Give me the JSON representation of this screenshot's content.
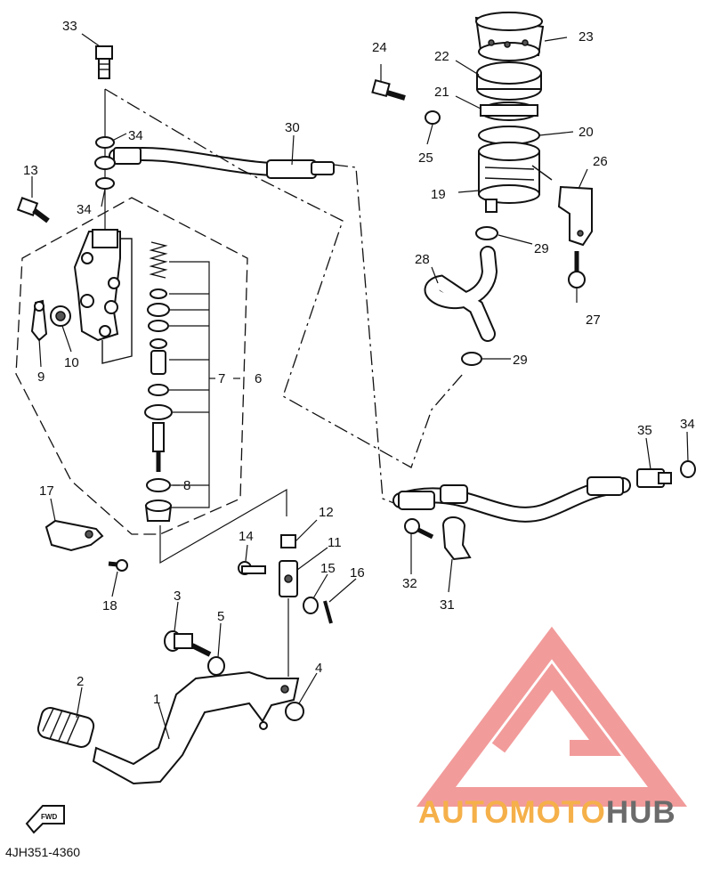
{
  "diagram_code": "4JH351-4360",
  "callouts": [
    "1",
    "2",
    "3",
    "4",
    "5",
    "6",
    "7",
    "8",
    "9",
    "10",
    "11",
    "12",
    "13",
    "14",
    "15",
    "16",
    "17",
    "18",
    "19",
    "20",
    "21",
    "22",
    "23",
    "24",
    "25",
    "26",
    "27",
    "28",
    "29",
    "29",
    "30",
    "31",
    "32",
    "33",
    "34",
    "34",
    "34",
    "35"
  ],
  "fwd_label": "FWD",
  "watermark": {
    "part1": "AUTOMOTO",
    "part2": "HUB",
    "color_triangle": "#f08a8a",
    "color_auto": "#f5b04a",
    "color_moto": "#f08a8a",
    "color_hub": "#6b6b6b"
  }
}
